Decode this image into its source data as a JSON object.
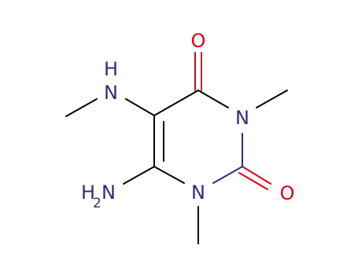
{
  "molecule": {
    "atoms": {
      "o_top": {
        "symbol": "O"
      },
      "o_right": {
        "symbol": "O"
      },
      "n3": {
        "symbol": "N"
      },
      "n1": {
        "symbol": "N"
      },
      "nh_n": {
        "symbol": "N"
      },
      "nh_h": {
        "symbol": "H"
      },
      "nh2_h": {
        "symbol": "H"
      },
      "nh2_sub": {
        "symbol": "2"
      },
      "nh2_n": {
        "symbol": "N"
      }
    },
    "colors": {
      "bond": "#000000",
      "nitrogen": "#2d2d7a",
      "oxygen": "#e0000f"
    }
  }
}
